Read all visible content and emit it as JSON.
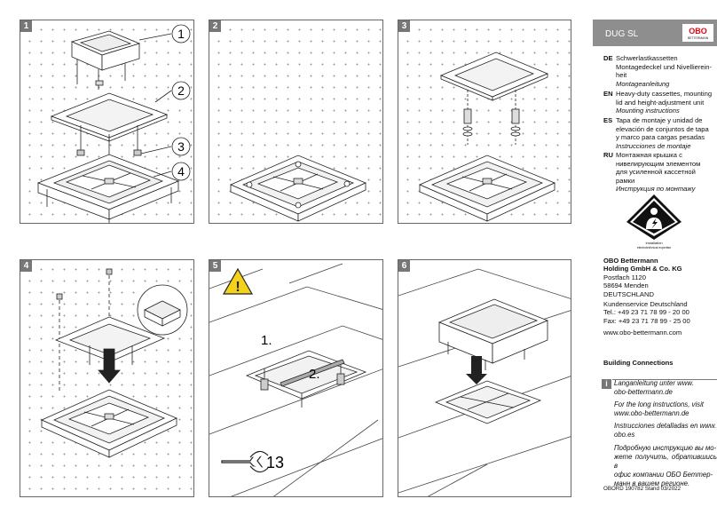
{
  "panels": [
    {
      "number": "1",
      "callouts": [
        "1",
        "2",
        "3",
        "4"
      ]
    },
    {
      "number": "2"
    },
    {
      "number": "3"
    },
    {
      "number": "4"
    },
    {
      "number": "5",
      "step_labels": [
        "1.",
        "2."
      ],
      "wrench_size": "13"
    },
    {
      "number": "6"
    }
  ],
  "header": {
    "product": "DUG SL",
    "brand": "OBO",
    "brand_sub": "BETTERMANN"
  },
  "languages": [
    {
      "code": "DE",
      "lines": [
        "Schwerlastkassetten",
        "Montagedeckel und Nivellierein-",
        "heit"
      ],
      "italic": "Montageanleitung"
    },
    {
      "code": "EN",
      "lines": [
        "Heavy-duty cassettes, mounting",
        "lid and height-adjustment unit"
      ],
      "italic": "Mounting instructions"
    },
    {
      "code": "ES",
      "lines": [
        "Tapa de montaje y unidad de",
        "elevación de conjuntos de tapa",
        "y marco para cargas pesadas"
      ],
      "italic": "Instrucciones de montaje"
    },
    {
      "code": "RU",
      "lines": [
        "Монтажная крышка с",
        "нивелирующим элементом",
        "для усиленной кассетной",
        "рамки"
      ],
      "italic": "Инструкция по монтажу"
    }
  ],
  "installation_icon": {
    "label1": "Installation",
    "label2": "electrotechnical expertise"
  },
  "company": {
    "name1": "OBO Bettermann",
    "name2": "Holding GmbH & Co. KG",
    "street": "Postfach 1120",
    "city": "58694 Menden",
    "country": "DEUTSCHLAND",
    "service": "Kundenservice Deutschland",
    "tel": "Tel.: +49 23 71 78 99 - 20 00",
    "fax": "Fax: +49 23 71 78 99 - 25 00",
    "web": "www.obo-bettermann.com",
    "division": "Building Connections"
  },
  "info": {
    "de": [
      "Langanleitung unter www.",
      "obo-bettermann.de"
    ],
    "en": [
      "For the long instructions, visit",
      "www.obo-bettermann.de"
    ],
    "es": [
      "Instrucciones detalladas en www.",
      "obo.es"
    ],
    "ru": [
      "Подробную инструкцию вы мо-",
      "жете получить, обратившись в",
      "офис компании ОБО Беттер-",
      "манн в вашем регионе."
    ]
  },
  "footer": "OBORD 190782 Stand 03/2022"
}
